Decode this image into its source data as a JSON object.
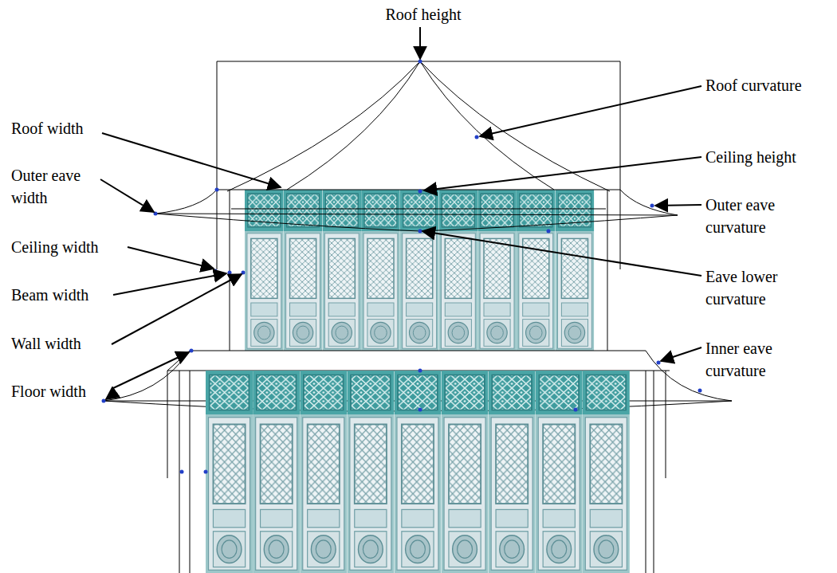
{
  "diagram": {
    "labels": [
      "Roof height",
      "Roof curvature",
      "Roof width",
      "Ceiling height",
      "Outer eave width",
      "Outer eave curvature",
      "Ceiling width",
      "Eave lower curvature",
      "Beam width",
      "Wall width",
      "Inner eave curvature",
      "Floor width"
    ]
  }
}
